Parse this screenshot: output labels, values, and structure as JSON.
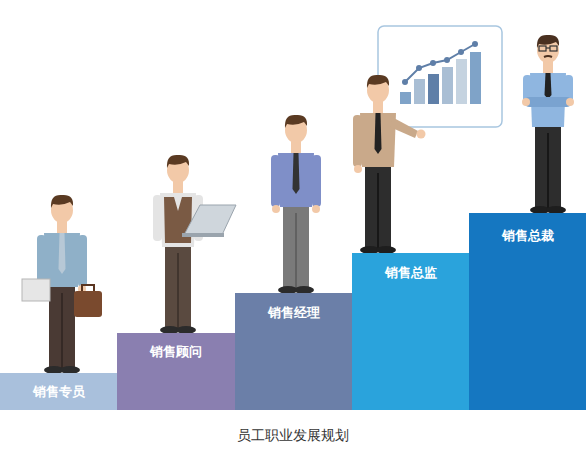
{
  "diagram": {
    "caption": "员工职业发展规划",
    "nodes": [
      {
        "text": [
          "销售专员"
        ]
      },
      {
        "text": [
          "销售顾问"
        ]
      },
      {
        "text": [
          "销售经理"
        ]
      },
      {
        "text": [
          "销售总监"
        ]
      },
      {
        "text": [
          "销售总裁"
        ]
      }
    ]
  }
}
